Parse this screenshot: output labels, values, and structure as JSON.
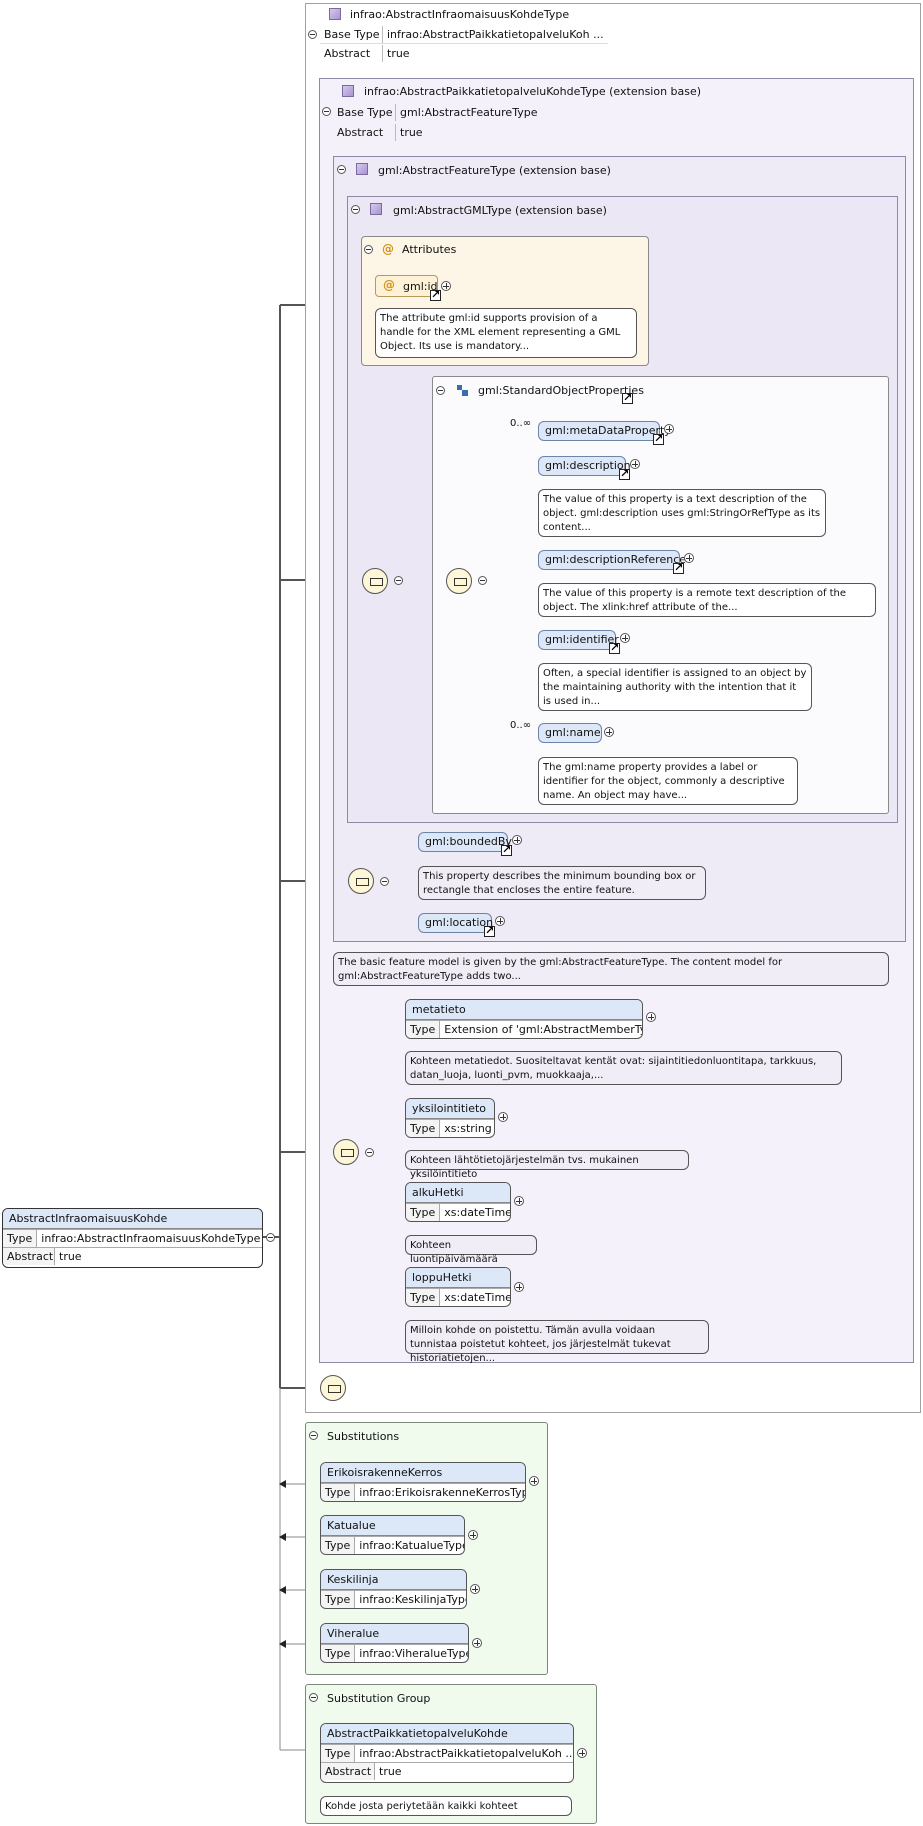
{
  "outer_type": {
    "title": "infrao:AbstractInfraomaisuusKohdeType",
    "base_type_label": "Base Type",
    "base_type_value": "infrao:AbstractPaikkatietopalveluKoh ...",
    "abstract_label": "Abstract",
    "abstract_value": "true"
  },
  "ext1": {
    "title": "infrao:AbstractPaikkatietopalveluKohdeType (extension base)",
    "base_type_label": "Base Type",
    "base_type_value": "gml:AbstractFeatureType",
    "abstract_label": "Abstract",
    "abstract_value": "true"
  },
  "ext2": {
    "title": "gml:AbstractFeatureType (extension base)"
  },
  "ext3": {
    "title": "gml:AbstractGMLType (extension base)"
  },
  "attributes": {
    "title": "Attributes",
    "id_label": "gml:id",
    "id_doc": "The attribute gml:id supports provision of a handle for the XML element representing a GML Object. Its use is mandatory..."
  },
  "std_props": {
    "title": "gml:StandardObjectProperties",
    "card_meta": "0..∞",
    "card_name": "0..∞",
    "items": [
      {
        "label": "gml:metaDataProperty",
        "doc": ""
      },
      {
        "label": "gml:description",
        "doc": "The value of this property is a text description of the object. gml:description uses gml:StringOrRefType as its content..."
      },
      {
        "label": "gml:descriptionReference",
        "doc": "The value of this property is a remote text description of the object. The xlink:href attribute of the..."
      },
      {
        "label": "gml:identifier",
        "doc": "Often, a special identifier is assigned to an object by the maintaining authority with the intention that it is used in..."
      },
      {
        "label": "gml:name",
        "doc": "The gml:name property provides a label or identifier for the object, commonly a descriptive name. An object may have..."
      }
    ]
  },
  "bounded": {
    "label": "gml:boundedBy",
    "doc": "This property describes the minimum bounding box or rectangle that encloses the entire feature."
  },
  "location": {
    "label": "gml:location"
  },
  "feature_doc": "The basic feature model is given by the gml:AbstractFeatureType. The content model for gml:AbstractFeatureType adds two...",
  "local_elements": [
    {
      "name": "metatieto",
      "type_label": "Type",
      "type_value": "Extension of 'gml:AbstractMemberType'",
      "doc": "Kohteen metatiedot. Suositeltavat kentät ovat: sijaintitiedonluontitapa, tarkkuus, datan_luoja, luonti_pvm, muokkaaja,..."
    },
    {
      "name": "yksilointitieto",
      "type_label": "Type",
      "type_value": "xs:string",
      "doc": "Kohteen lähtötietojärjestelmän tvs. mukainen yksilöintitieto"
    },
    {
      "name": "alkuHetki",
      "type_label": "Type",
      "type_value": "xs:dateTime",
      "doc": "Kohteen luontipäivämäärä"
    },
    {
      "name": "loppuHetki",
      "type_label": "Type",
      "type_value": "xs:dateTime",
      "doc": "Milloin kohde on poistettu. Tämän avulla voidaan tunnistaa poistetut kohteet, jos järjestelmät tukevat historiatietojen..."
    }
  ],
  "root": {
    "name": "AbstractInfraomaisuusKohde",
    "type_label": "Type",
    "type_value": "infrao:AbstractInfraomaisuusKohdeType",
    "abstract_label": "Abstract",
    "abstract_value": "true"
  },
  "substitutions": {
    "title": "Substitutions",
    "items": [
      {
        "name": "ErikoisrakenneKerros",
        "type_label": "Type",
        "type_value": "infrao:ErikoisrakenneKerrosType"
      },
      {
        "name": "Katualue",
        "type_label": "Type",
        "type_value": "infrao:KatualueType"
      },
      {
        "name": "Keskilinja",
        "type_label": "Type",
        "type_value": "infrao:KeskilinjaType"
      },
      {
        "name": "Viheralue",
        "type_label": "Type",
        "type_value": "infrao:ViheralueType"
      }
    ]
  },
  "subst_group": {
    "title": "Substitution Group",
    "name": "AbstractPaikkatietopalveluKohde",
    "type_label": "Type",
    "type_value": "infrao:AbstractPaikkatietopalveluKoh ...",
    "abstract_label": "Abstract",
    "abstract_value": "true",
    "doc": "Kohde josta periytetään kaikki kohteet"
  }
}
